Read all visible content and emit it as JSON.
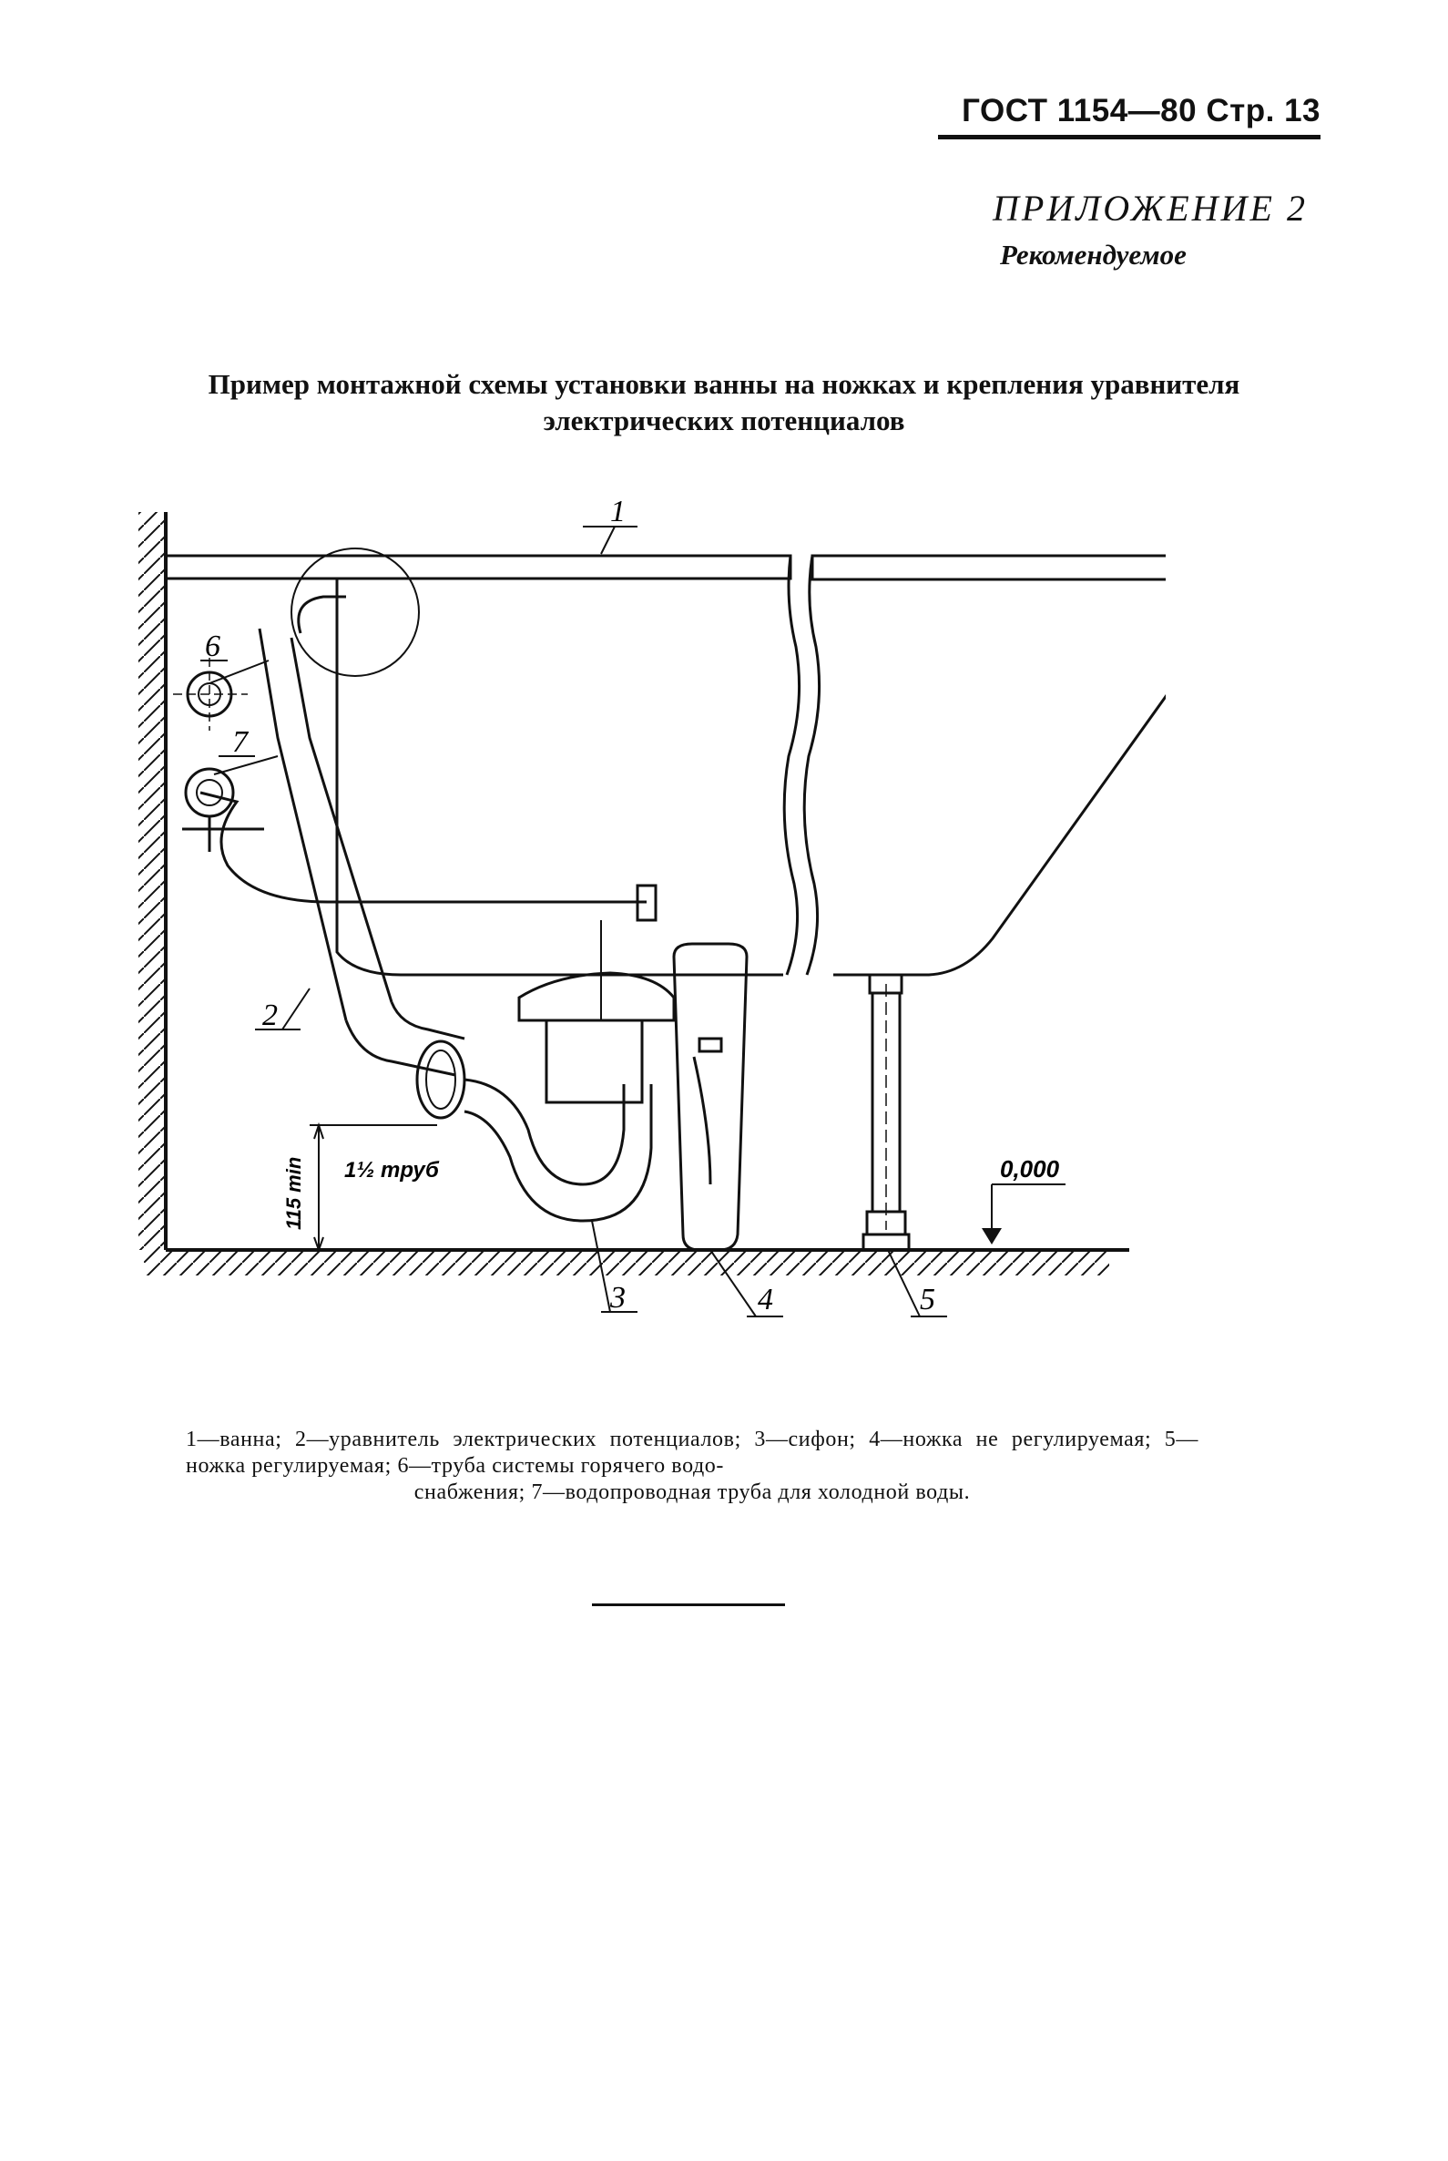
{
  "header": {
    "doc_ref": "ГОСТ 1154—80 Стр. 13"
  },
  "appendix": {
    "title": "ПРИЛОЖЕНИЕ 2",
    "status": "Рекомендуемое"
  },
  "figure": {
    "title": "Пример монтажной схемы установки ванны на ножках и крепления уравнителя электрических потенциалов",
    "labels": {
      "l1": "1",
      "l2": "2",
      "l3": "3",
      "l4": "4",
      "l5": "5",
      "l6": "6",
      "l7": "7"
    },
    "dims": {
      "height_min": "115 min",
      "pipe": "1½ труб",
      "level": "0,000"
    }
  },
  "caption": {
    "line1": "1—ванна; 2—уравнитель электрических потенциалов; 3—сифон; 4—ножка не регулируемая; 5—ножка регулируемая; 6—труба системы горячего водо-",
    "line3": "снабжения; 7—водопроводная труба для холодной воды."
  }
}
